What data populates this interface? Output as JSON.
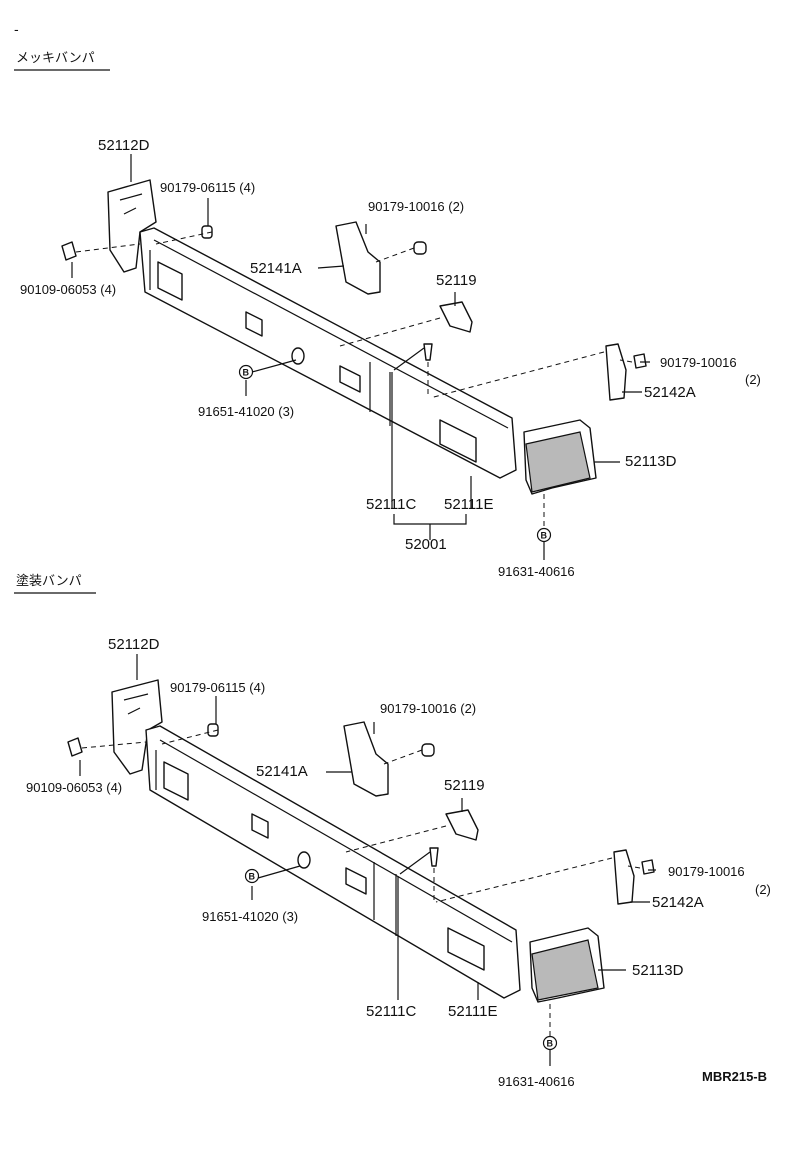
{
  "top_mark": "-",
  "sections": [
    {
      "id": "chrome",
      "title": "メッキバンパ",
      "labels": {
        "p52112D": "52112D",
        "p90179_06115": "90179-06115 (4)",
        "p90179_10016a": "90179-10016 (2)",
        "p52141A": "52141A",
        "p52119": "52119",
        "p90109": "90109-06053 (4)",
        "p90179_10016b": "90179-10016",
        "qty2": "(2)",
        "p52142A": "52142A",
        "p91651": "91651-41020 (3)",
        "p52113D": "52113D",
        "p52111C": "52111C",
        "p52111E": "52111E",
        "p52001": "52001",
        "p91631": "91631-40616"
      },
      "callout": "B"
    },
    {
      "id": "painted",
      "title": "塗装バンパ",
      "labels": {
        "p52112D": "52112D",
        "p90179_06115": "90179-06115 (4)",
        "p90179_10016a": "90179-10016 (2)",
        "p52141A": "52141A",
        "p52119": "52119",
        "p90109": "90109-06053 (4)",
        "p90179_10016b": "90179-10016",
        "qty2": "(2)",
        "p52142A": "52142A",
        "p91651": "91651-41020 (3)",
        "p52113D": "52113D",
        "p52111C": "52111C",
        "p52111E": "52111E",
        "p91631": "91631-40616"
      },
      "callout": "B"
    }
  ],
  "diagram_code": "MBR215-B"
}
